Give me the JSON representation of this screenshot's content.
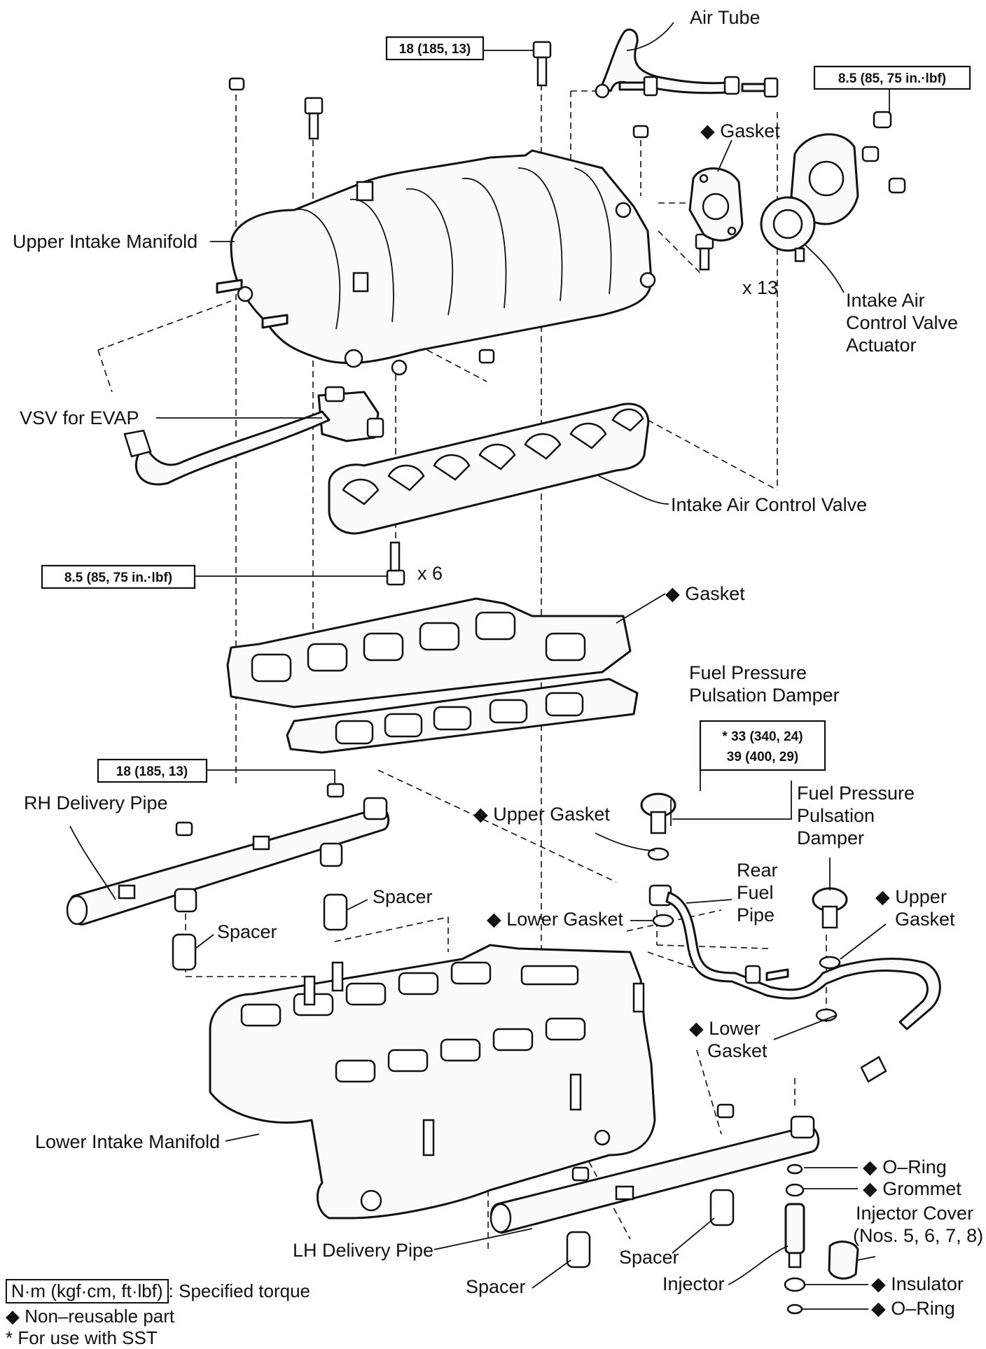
{
  "labels": {
    "air_tube": "Air Tube",
    "gasket_top": "◆ Gasket",
    "upper_intake_manifold": "Upper Intake Manifold",
    "x13": "x 13",
    "iacv_actuator_1": "Intake Air",
    "iacv_actuator_2": "Control Valve",
    "iacv_actuator_3": "Actuator",
    "vsv_evap": "VSV for EVAP",
    "intake_air_control_valve": "Intake Air Control Valve",
    "x6": "x 6",
    "gasket_mid": "◆ Gasket",
    "fppd_1_a": "Fuel Pressure",
    "fppd_1_b": "Pulsation Damper",
    "rh_delivery_pipe": "RH Delivery Pipe",
    "upper_gasket_1": "◆ Upper Gasket",
    "fppd_2_a": "Fuel Pressure",
    "fppd_2_b": "Pulsation",
    "fppd_2_c": "Damper",
    "rear_fuel_pipe_a": "Rear",
    "rear_fuel_pipe_b": "Fuel",
    "rear_fuel_pipe_c": "Pipe",
    "spacer_1": "Spacer",
    "spacer_2": "Spacer",
    "lower_gasket_1": "◆ Lower Gasket",
    "upper_gasket_2_a": "◆ Upper",
    "upper_gasket_2_b": "Gasket",
    "lower_gasket_2_a": "◆ Lower",
    "lower_gasket_2_b": "Gasket",
    "lower_intake_manifold": "Lower Intake Manifold",
    "o_ring_1": "◆ O–Ring",
    "grommet": "◆ Grommet",
    "injector_cover_a": "Injector Cover",
    "injector_cover_b": "(Nos. 5, 6, 7, 8)",
    "lh_delivery_pipe": "LH Delivery Pipe",
    "spacer_3": "Spacer",
    "spacer_4": "Spacer",
    "injector": "Injector",
    "insulator": "◆ Insulator",
    "o_ring_2": "◆ O–Ring"
  },
  "torque": {
    "t1": "18 (185, 13)",
    "t2": "8.5 (85, 75 in.·lbf)",
    "t3": "8.5 (85, 75 in.·lbf)",
    "t4_a": "* 33 (340, 24)",
    "t4_b": "39 (400, 29)",
    "t5": "18 (185, 13)"
  },
  "legend": {
    "torque_unit": "N·m (kgf·cm, ft·lbf)",
    "torque_desc": ": Specified torque",
    "non_reusable": "◆ Non–reusable part",
    "sst": "* For use with SST"
  }
}
